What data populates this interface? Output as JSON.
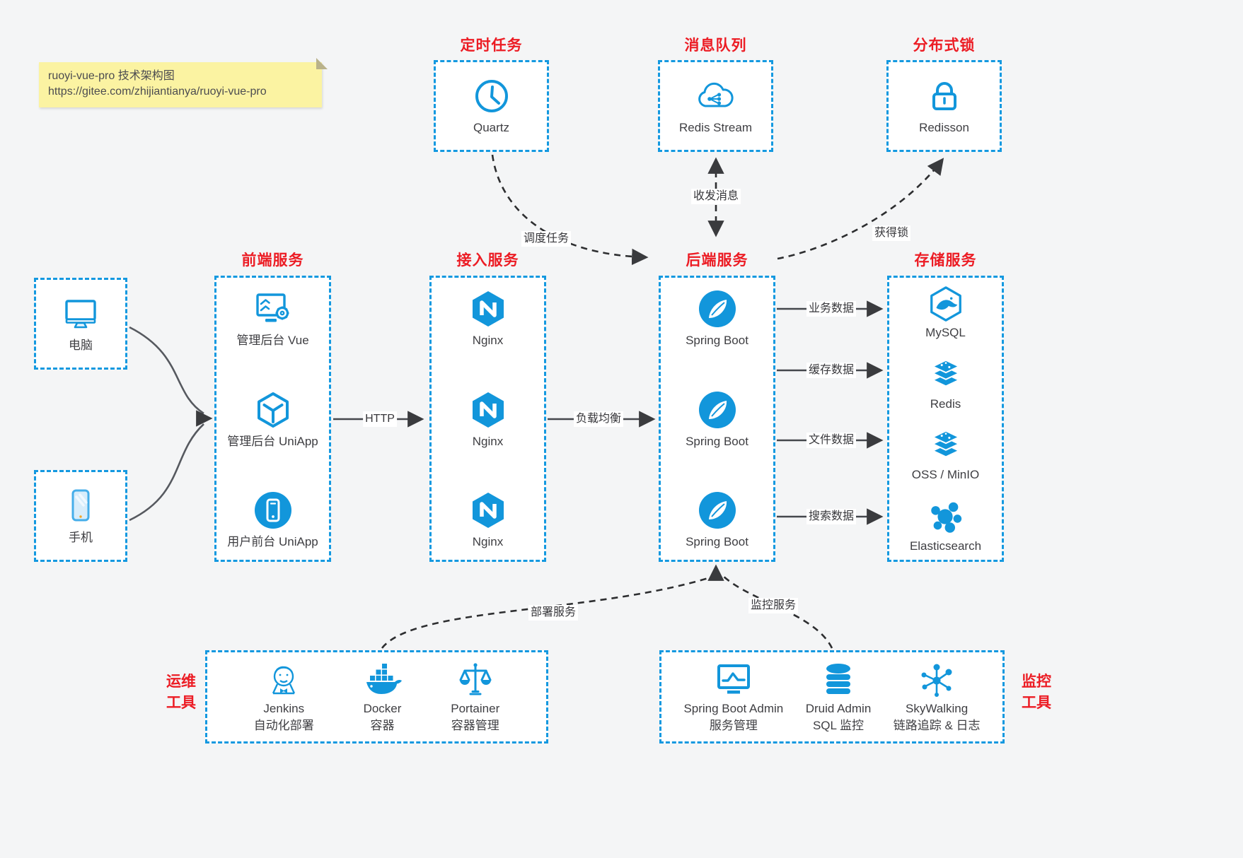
{
  "note": {
    "line1": "ruoyi-vue-pro 技术架构图",
    "line2": "https://gitee.com/zhijiantianya/ruoyi-vue-pro"
  },
  "colors": {
    "accent_blue": "#1296db",
    "box_border_blue": "#1499e0",
    "title_red": "#ec1c24",
    "arrow_gray": "#44474c",
    "dashed_arrow_dark": "#2d2e30",
    "canvas_bg": "#f4f5f6",
    "note_bg": "#fbf3a2"
  },
  "groups": {
    "scheduled": {
      "title": "定时任务",
      "items": [
        {
          "label": "Quartz",
          "icon": "clock-icon"
        }
      ]
    },
    "mq": {
      "title": "消息队列",
      "items": [
        {
          "label": "Redis Stream",
          "icon": "cloud-network-icon"
        }
      ]
    },
    "lock": {
      "title": "分布式锁",
      "items": [
        {
          "label": "Redisson",
          "icon": "lock-icon"
        }
      ]
    },
    "clients": {
      "items": [
        {
          "label": "电脑",
          "icon": "desktop-icon"
        },
        {
          "label": "手机",
          "icon": "phone-icon"
        }
      ]
    },
    "frontend": {
      "title": "前端服务",
      "items": [
        {
          "label": "管理后台 Vue",
          "icon": "admin-vue-icon"
        },
        {
          "label": "管理后台 UniApp",
          "icon": "uniapp-cube-icon"
        },
        {
          "label": "用户前台 UniApp",
          "icon": "mobile-app-icon"
        }
      ]
    },
    "gateway": {
      "title": "接入服务",
      "items": [
        {
          "label": "Nginx",
          "icon": "nginx-icon"
        },
        {
          "label": "Nginx",
          "icon": "nginx-icon"
        },
        {
          "label": "Nginx",
          "icon": "nginx-icon"
        }
      ]
    },
    "backend": {
      "title": "后端服务",
      "items": [
        {
          "label": "Spring Boot",
          "icon": "spring-icon"
        },
        {
          "label": "Spring Boot",
          "icon": "spring-icon"
        },
        {
          "label": "Spring Boot",
          "icon": "spring-icon"
        }
      ]
    },
    "storage": {
      "title": "存储服务",
      "items": [
        {
          "label": "MySQL",
          "icon": "mysql-icon"
        },
        {
          "label": "Redis",
          "icon": "redis-icon"
        },
        {
          "label": "OSS / MinIO",
          "icon": "oss-icon"
        },
        {
          "label": "Elasticsearch",
          "icon": "elasticsearch-icon"
        }
      ]
    },
    "devops": {
      "title_line1": "运维",
      "title_line2": "工具",
      "items": [
        {
          "label": "Jenkins",
          "sublabel": "自动化部署",
          "icon": "jenkins-icon"
        },
        {
          "label": "Docker",
          "sublabel": "容器",
          "icon": "docker-icon"
        },
        {
          "label": "Portainer",
          "sublabel": "容器管理",
          "icon": "portainer-icon"
        }
      ]
    },
    "monitoring": {
      "title_line1": "监控",
      "title_line2": "工具",
      "items": [
        {
          "label": "Spring Boot Admin",
          "sublabel": "服务管理",
          "icon": "monitor-chart-icon"
        },
        {
          "label": "Druid Admin",
          "sublabel": "SQL 监控",
          "icon": "database-icon"
        },
        {
          "label": "SkyWalking",
          "sublabel": "链路追踪 & 日志",
          "icon": "topology-icon"
        }
      ]
    }
  },
  "edges": {
    "http": "HTTP",
    "load_balance": "负载均衡",
    "business_data": "业务数据",
    "cache_data": "缓存数据",
    "file_data": "文件数据",
    "search_data": "搜索数据",
    "schedule_task": "调度任务",
    "send_receive_message": "收发消息",
    "acquire_lock": "获得锁",
    "deploy_service": "部署服务",
    "monitor_service": "监控服务"
  }
}
